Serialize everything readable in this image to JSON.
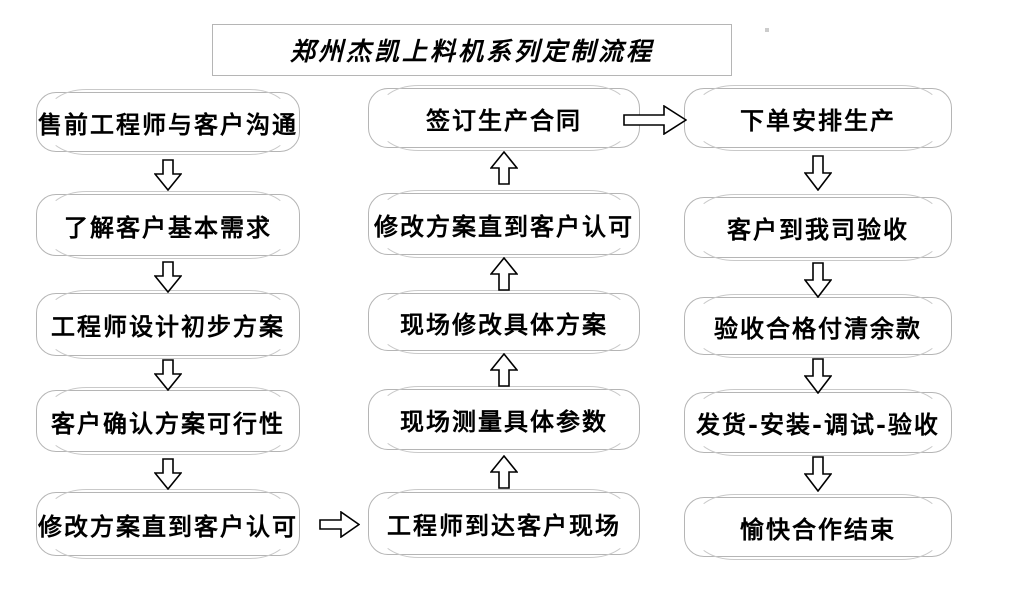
{
  "title": "郑州杰凯上料机系列定制流程",
  "flow": {
    "left": {
      "connector_direction": "down",
      "steps": [
        "售前工程师与客户沟通",
        "了解客户基本需求",
        "工程师设计初步方案",
        "客户确认方案可行性",
        "修改方案直到客户认可"
      ]
    },
    "middle": {
      "connector_direction": "up",
      "steps": [
        "签订生产合同",
        "修改方案直到客户认可",
        "现场修改具体方案",
        "现场测量具体参数",
        "工程师到达客户现场"
      ]
    },
    "right": {
      "connector_direction": "down",
      "steps": [
        "下单安排生产",
        "客户到我司验收",
        "验收合格付清余款",
        "发货-安装-调试-验收",
        "愉快合作结束"
      ]
    },
    "bridges": {
      "bottom": {
        "from": "修改方案直到客户认可",
        "to": "工程师到达客户现场",
        "direction": "right"
      },
      "top": {
        "from": "签订生产合同",
        "to": "下单安排生产",
        "direction": "right"
      }
    }
  },
  "icons": {
    "down_arrow": "⇩",
    "up_arrow": "⇧",
    "right_arrow": "⇨"
  },
  "colors": {
    "background": "#ffffff",
    "box_border": "#b5b5b5",
    "ghost_border": "#c9c9c9",
    "arrow_outline": "#000000",
    "text": "#000000"
  }
}
